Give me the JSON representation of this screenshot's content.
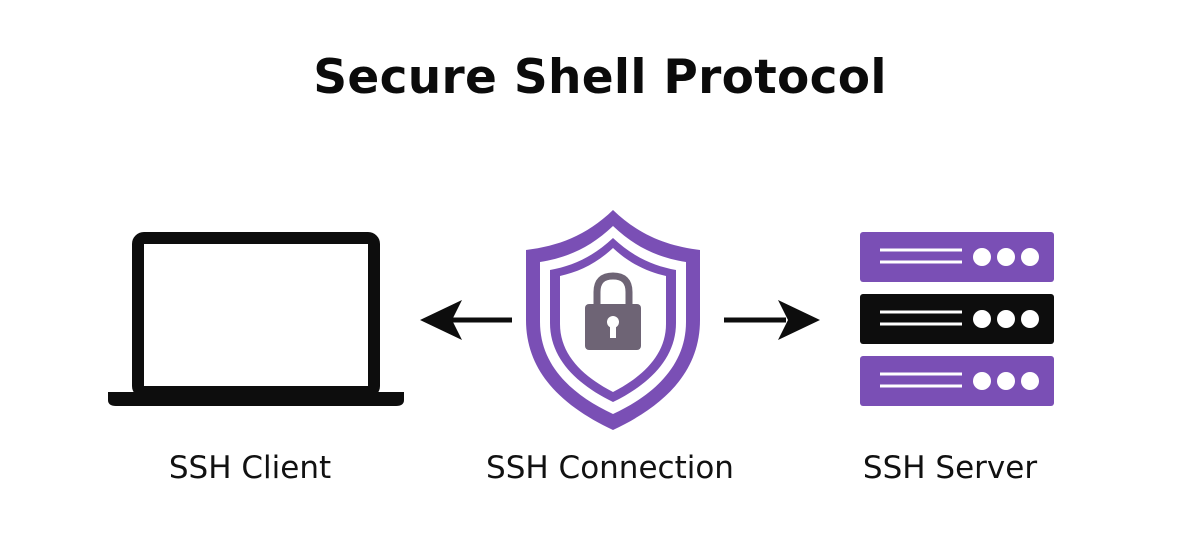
{
  "title": "Secure Shell Protocol",
  "nodes": {
    "client": {
      "label": "SSH Client",
      "icon": "laptop-icon"
    },
    "connection": {
      "label": "SSH Connection",
      "icon": "shield-lock-icon"
    },
    "server": {
      "label": "SSH Server",
      "icon": "server-stack-icon"
    }
  },
  "arrows": [
    {
      "from": "connection",
      "to": "client",
      "icon": "arrow-left-icon"
    },
    {
      "from": "connection",
      "to": "server",
      "icon": "arrow-right-icon"
    }
  ],
  "colors": {
    "accent": "#7a4fb5",
    "dark": "#0d0d0d",
    "lock": "#6e6475",
    "white": "#ffffff"
  }
}
